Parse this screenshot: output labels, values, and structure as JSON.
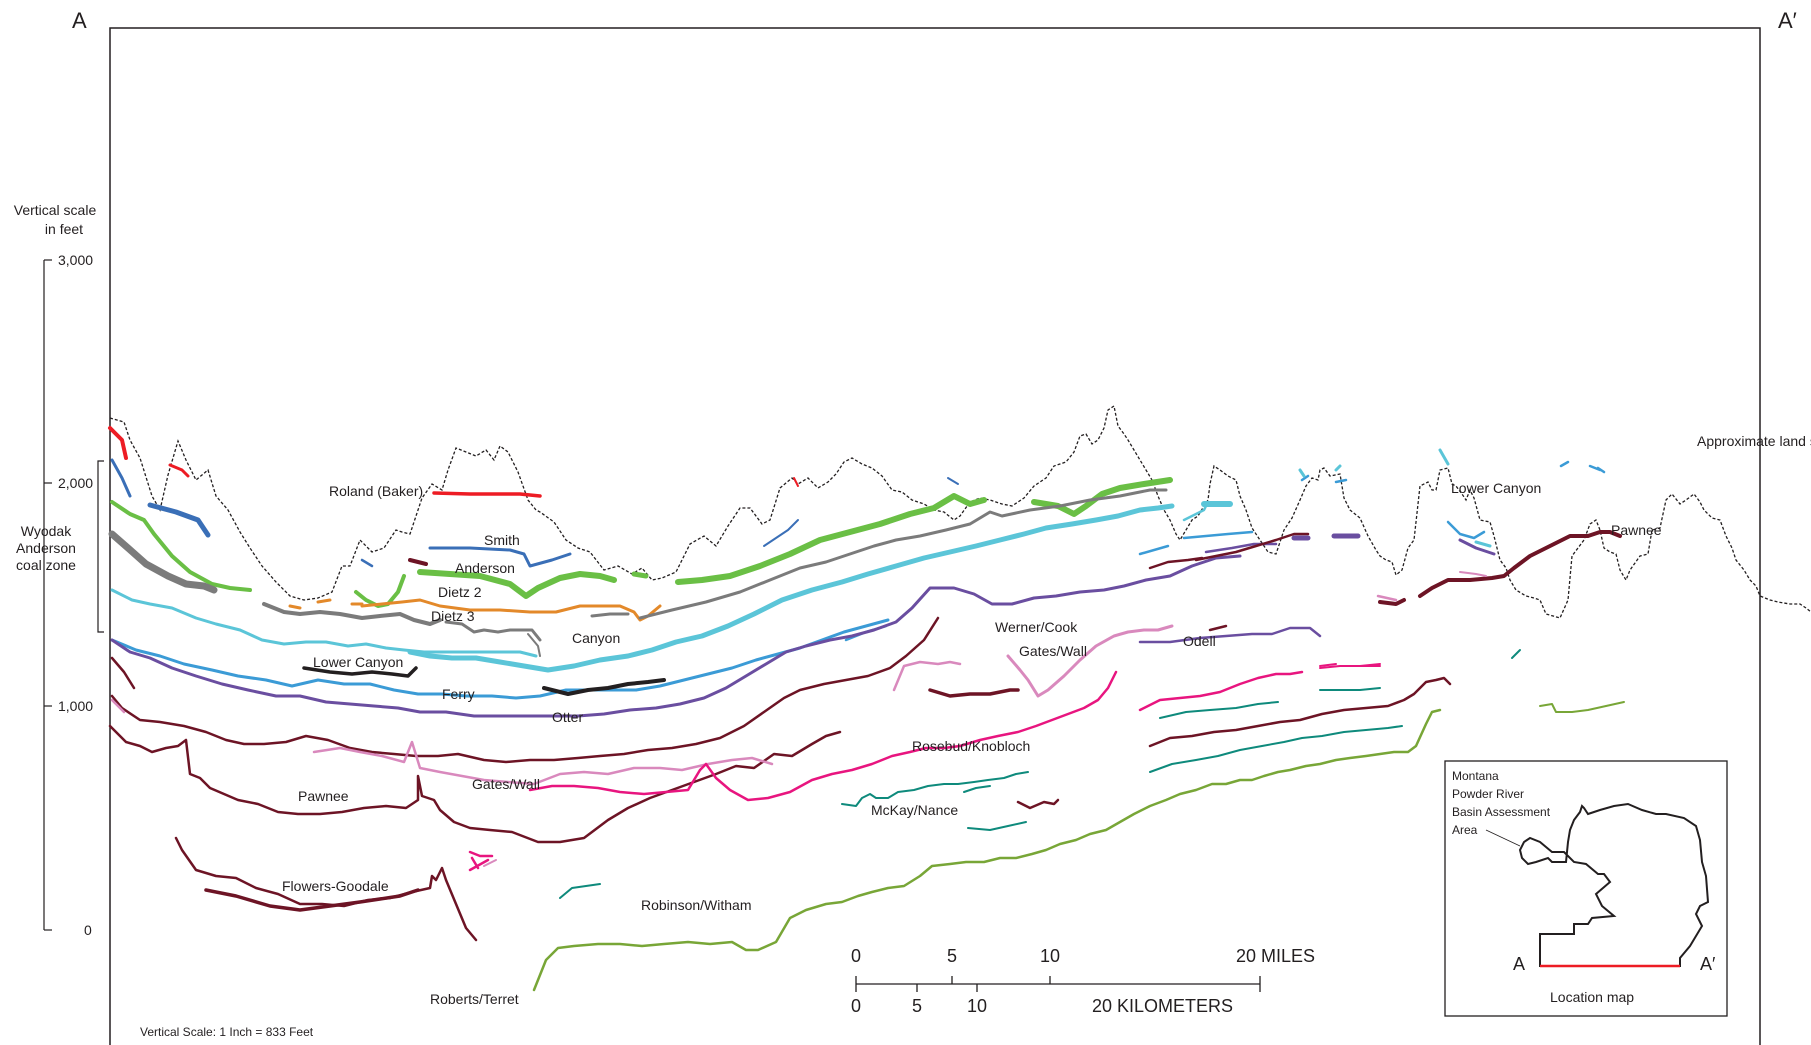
{
  "section": {
    "left_label": "A",
    "right_label": "A′"
  },
  "vertical_scale": {
    "title_line1": "Vertical scale",
    "title_line2": "in feet",
    "ticks": [
      "3,000",
      "2,000",
      "1,000",
      "0"
    ],
    "zone_line1": "Wyodak",
    "zone_line2": "Anderson",
    "zone_line3": "coal zone",
    "note": "Vertical Scale: 1 Inch = 833 Feet"
  },
  "land_surface_label": "Approximate land surface",
  "coal_labels": {
    "roland": "Roland (Baker)",
    "smith": "Smith",
    "anderson": "Anderson",
    "dietz2": "Dietz 2",
    "dietz3": "Dietz 3",
    "canyon": "Canyon",
    "lower_canyon_left": "Lower Canyon",
    "lower_canyon_right": "Lower Canyon",
    "ferry": "Ferry",
    "otter": "Otter",
    "werner_cook": "Werner/Cook",
    "gates_wall_right": "Gates/Wall",
    "odell": "Odell",
    "pawnee_right": "Pawnee",
    "pawnee_left": "Pawnee",
    "gates_wall_left": "Gates/Wall",
    "rosebud": "Rosebud/Knobloch",
    "mckay": "McKay/Nance",
    "flowers": "Flowers-Goodale",
    "robinson": "Robinson/Witham",
    "roberts": "Roberts/Terret"
  },
  "scale_bar": {
    "miles_ticks": [
      "0",
      "5",
      "10",
      "20 MILES"
    ],
    "km_ticks": [
      "0",
      "5",
      "10",
      "20 KILOMETERS"
    ]
  },
  "location_map": {
    "line1": "Montana",
    "line2": "Powder River",
    "line3": "Basin Assessment",
    "line4": "Area",
    "a_label": "A",
    "a_prime_label": "A′",
    "caption": "Location map"
  },
  "colors": {
    "frame": "#231f20",
    "red": "#ed1c24",
    "blue": "#3a6fb7",
    "light_blue": "#5bc5d8",
    "green": "#6abf45",
    "gray": "#7b7b7b",
    "orange": "#e3892a",
    "purple": "#6a4ea0",
    "maroon": "#6d1425",
    "pink": "#d989bd",
    "magenta": "#e8157f",
    "teal": "#0e8a7c",
    "olive": "#78a637",
    "black": "#231f20",
    "sky": "#3b9bd6"
  }
}
